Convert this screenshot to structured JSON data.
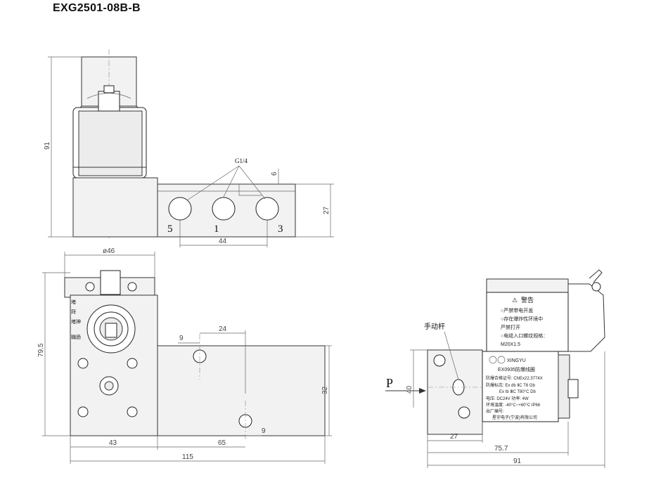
{
  "title": "EXG2501-08B-B",
  "front": {
    "port_label": "G1/4",
    "ports": [
      "5",
      "1",
      "3"
    ],
    "dims": {
      "height": "91",
      "body_h": "27",
      "offset": "6",
      "spacing": "44"
    }
  },
  "top": {
    "dims": {
      "coil_dia": "ø46",
      "height": "79.5",
      "h1": "9",
      "h2": "24",
      "w": "32",
      "d1": "43",
      "d2": "65",
      "d3": "9",
      "total": "115"
    },
    "coil_text": [
      "堵",
      "拜",
      "堵神",
      "職肠"
    ]
  },
  "side": {
    "manual_lever": "手动杆",
    "inlet": "P",
    "dims": {
      "h": "40",
      "w1": "27",
      "w2": "75.7",
      "w3": "91"
    },
    "warning": {
      "title": "警告",
      "lines": [
        "○严禁带电开盖",
        "○存在爆炸性环境中",
        "严禁打开",
        "○电缆入口螺纹规格：",
        "M20X1.5"
      ]
    },
    "nameplate": {
      "brand": "XINGYU",
      "model": "EX0935防爆线圈",
      "lines": [
        "防爆合格证号: CNEx22.3774X",
        "防爆标志: Ex db ⅡC T6 Gb",
        "Ex tb ⅢC T80°C Db",
        "电压: DC24V    功率: 4W",
        "环境温度: -40°C~+60°C  IP66",
        "出厂编号:",
        "星宇电子(宁波)有限公司"
      ]
    }
  }
}
